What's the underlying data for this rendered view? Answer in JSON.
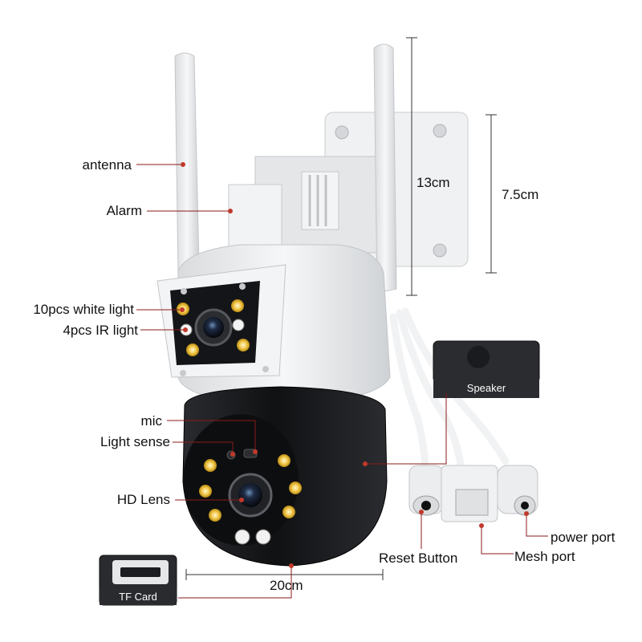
{
  "labels": {
    "antenna": "antenna",
    "alarm": "Alarm",
    "white_light": "10pcs white light",
    "ir_light": "4pcs IR light",
    "mic": "mic",
    "light_sense": "Light sense",
    "hd_lens": "HD Lens",
    "speaker": "Speaker",
    "tf_card": "TF Card",
    "reset_button": "Reset Button",
    "mesh_port": "Mesh port",
    "power_port": "power port"
  },
  "dimensions": {
    "height_total": "13cm",
    "height_bracket": "7.5cm",
    "depth": "20cm"
  },
  "colors": {
    "leader_line": "#8b1a1a",
    "dot": "#c0392b",
    "camera_white": "#ecedee",
    "dome_black": "#1b1c1f",
    "led_yellow": "#f2c94c"
  }
}
